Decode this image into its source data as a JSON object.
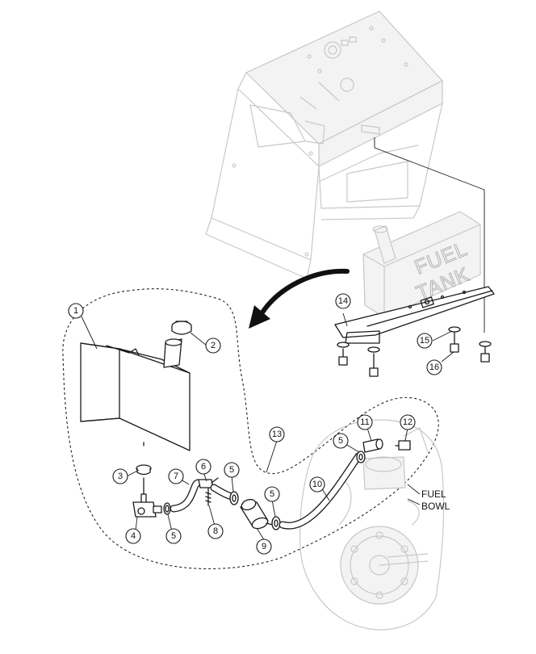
{
  "tank_label": {
    "line1": "FUEL",
    "line2": "TANK"
  },
  "bowl_label": {
    "line1": "FUEL",
    "line2": "BOWL"
  },
  "callouts": [
    "1",
    "2",
    "3",
    "4",
    "5",
    "6",
    "7",
    "8",
    "9",
    "10",
    "11",
    "12",
    "13",
    "14",
    "15",
    "16",
    "5",
    "5",
    "5"
  ]
}
